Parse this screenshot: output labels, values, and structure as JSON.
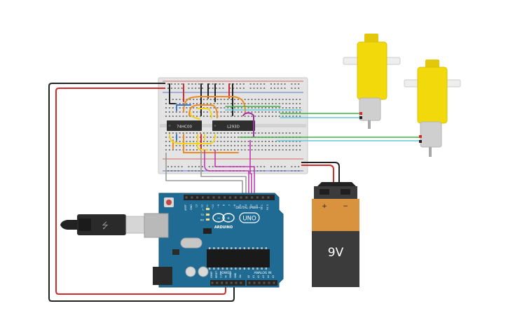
{
  "breadboard": {
    "chip_left_label": "74HC00",
    "chip_right_label": "L293D"
  },
  "arduino": {
    "brand_label": "ARDUINO",
    "model_label": "UNO",
    "digital_header_label": "DIGITAL (PWM~)",
    "power_header_label": "POWER",
    "analog_header_label": "ANALOG IN",
    "digital_pins": [
      "AREF",
      "GND",
      "13",
      "12",
      "~11",
      "~10",
      "~9",
      "8",
      "7",
      "~6",
      "~5",
      "4",
      "~3",
      "2",
      "TX 1",
      "RX 0"
    ],
    "power_pins": [
      "IOREF",
      "RESET",
      "3.3V",
      "5V",
      "GND",
      "GND",
      "Vin"
    ],
    "analog_pins": [
      "A0",
      "A1",
      "A2",
      "A3",
      "A4",
      "A5"
    ],
    "led_labels": [
      "L",
      "TX",
      "RX"
    ]
  },
  "battery": {
    "label": "9V",
    "plus_label": "+",
    "minus_label": "−"
  },
  "colors": {
    "breadboard": "#e6e6e6",
    "arduino_board": "#1f6b93",
    "motor_yellow": "#f1d90c",
    "battery_orange": "#d9933e",
    "battery_dark": "#3b3b3b",
    "wire_red": "#d42a2a",
    "wire_black": "#222222",
    "wire_green": "#3fb245",
    "wire_cyan": "#66c7d6",
    "wire_orange": "#f08a1c",
    "wire_yellow": "#f3d21b",
    "wire_purple": "#a0309f",
    "wire_magenta": "#c23bb0",
    "wire_gray": "#9a9a9a",
    "wire_blue": "#3a78d0"
  }
}
